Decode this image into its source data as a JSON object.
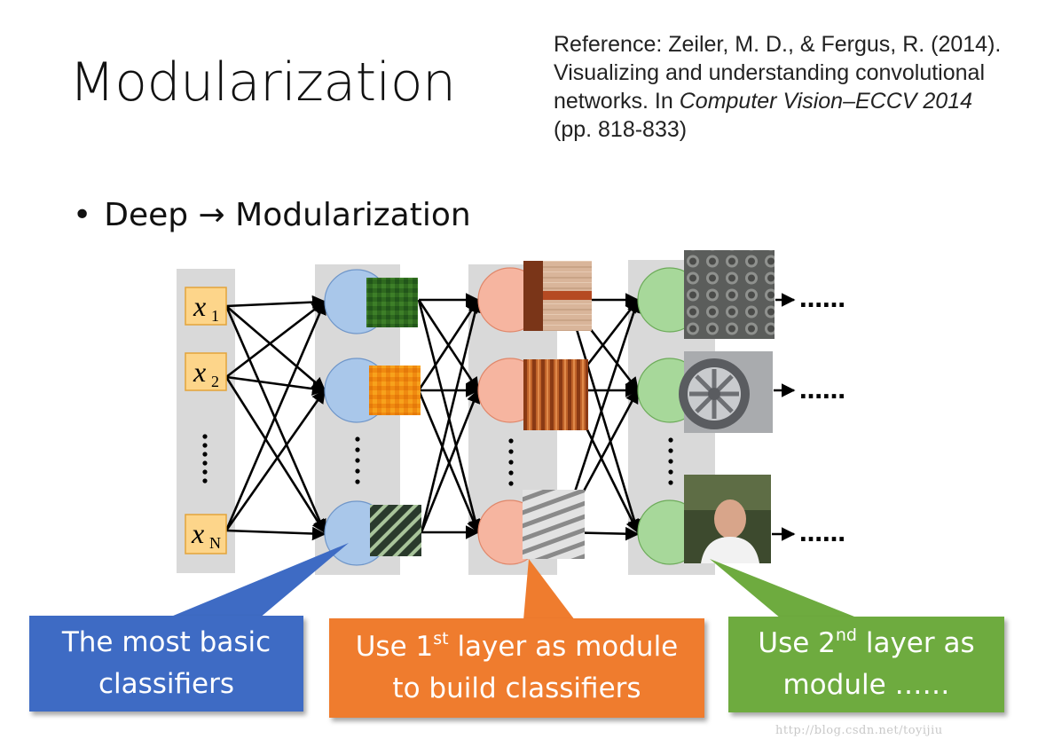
{
  "slide": {
    "title": "Modularization",
    "reference": {
      "prefix": "Reference: Zeiler, M. D., & Fergus, R. (2014). Visualizing and understanding convolutional networks. In ",
      "italic": "Computer Vision–ECCV 2014",
      "suffix": " (pp. 818-833)"
    },
    "bullet": {
      "marker": "•",
      "text": "Deep → Modularization"
    },
    "inputs": {
      "x1": {
        "var": "x",
        "sub": "1"
      },
      "x2": {
        "var": "x",
        "sub": "2"
      },
      "xN": {
        "var": "x",
        "sub": "N"
      }
    },
    "outputs": [
      "……",
      "……",
      "……"
    ],
    "callouts": {
      "blue": {
        "line1": "The most basic",
        "line2": "classifiers"
      },
      "orange": {
        "line1_a": "Use 1",
        "line1_sup": "st",
        "line1_b": " layer as module",
        "line2": "to build classifiers"
      },
      "green": {
        "line1_a": "Use 2",
        "line1_sup": "nd",
        "line1_b": " layer as",
        "line2": "module ……"
      }
    },
    "watermark": "http://blog.csdn.net/toyijiu",
    "colors": {
      "layer1_neuron": "#a9c7ea",
      "layer2_neuron": "#f6b5a0",
      "layer3_neuron": "#a7d89a",
      "input_box": "#fdd58a",
      "column_bg": "#d9d9d9",
      "callout_blue": "#3e6bc4",
      "callout_orange": "#ef7c2e",
      "callout_green": "#6eab3f"
    }
  }
}
